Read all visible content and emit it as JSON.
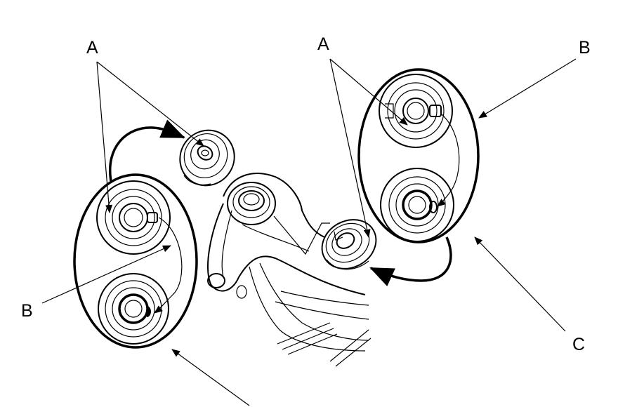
{
  "labels": {
    "a_left": "A",
    "a_right": "A",
    "b_right": "B",
    "b_left": "B",
    "c": "C"
  }
}
